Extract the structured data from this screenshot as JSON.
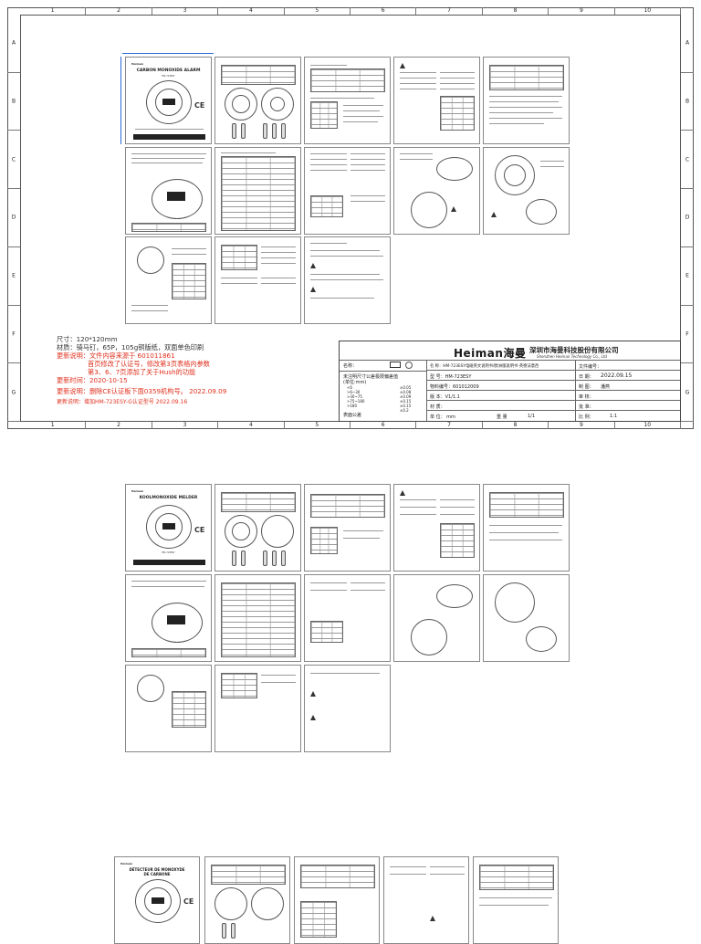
{
  "frame": {
    "columns": [
      "1",
      "2",
      "3",
      "4",
      "5",
      "6",
      "7",
      "8",
      "9",
      "10"
    ],
    "rows": [
      "A",
      "B",
      "C",
      "D",
      "E",
      "F",
      "G"
    ]
  },
  "leaflet_en": {
    "brand": "Heiman",
    "cover_title": "CARBON MONOXIDE ALARM",
    "cover_model": "HM-723ESY",
    "ce_mark": "CE"
  },
  "leaflet_nl": {
    "brand": "Heiman",
    "cover_title": "KOOLMONOXIDE MELDER",
    "cover_model": "HM-723ESY",
    "ce_mark": "CE"
  },
  "leaflet_fr": {
    "brand": "Heiman",
    "cover_title_line1": "DÉTECTEUR DE MONOXYDE",
    "cover_title_line2": "DE CARBONE",
    "ce_mark": "CE"
  },
  "notes": {
    "size": "尺寸：120*120mm",
    "material": "材质：骑马钉，65P，105g铜版纸，双面单色印刷",
    "update_label": "更新说明：文件内容来源于 601011861",
    "update_line2": "首页修改了认证号，修改第3页表格内参数",
    "update_line3": "第3、6、7页添加了关于Hush的功能",
    "update_time": "更新时间：2020-10-15",
    "update2": "更新说明：删除CE认证板下面0359机构号。 2022.09.09",
    "update3": "更新说明：增加HM-723ESY-G认证型号  2022.09.16"
  },
  "title_block": {
    "logo": "Heiman海曼",
    "company_cn": "深圳市海曼科技股份有限公司",
    "company_en": "Shenzhen Heiman Technology Co., Ltd",
    "name_label": "名称：",
    "tolerance_title": "未注明尺寸公差极限偏差值",
    "tolerance_unit": "(单位:mm)",
    "tolerances": [
      {
        "range": "<6",
        "value": "±0.05"
      },
      {
        "range": ">6~30",
        "value": "±0.08"
      },
      {
        "range": ">30~75",
        "value": "±0.09"
      },
      {
        "range": ">75~180",
        "value": "±0.15"
      },
      {
        "range": ">180",
        "value": "±0.15"
      },
      {
        "range": "",
        "value": "±0.2"
      }
    ],
    "surface_label": "表面公差",
    "name_value": "名   称：HM-723ESY电磁英文说明书/欧洲版说明书-英德法意西",
    "model_value": "型   号：HM-723ESY",
    "material_code": "物料编号：601012009",
    "version": "版   本：V1/1.1",
    "material": "材   质：",
    "color": "颜   色：",
    "unit": "单   位：    mm",
    "weight": "重   量",
    "weight_value": "1/1",
    "file_no": "文件编号：",
    "date_label": "日   期：",
    "date_value": "2022.09.15",
    "drawn": "制   图：",
    "drawn_value": "潘燕",
    "check": "审   核：",
    "approve": "批   准：",
    "scale": "比   例：",
    "scale_value": "1:1"
  }
}
